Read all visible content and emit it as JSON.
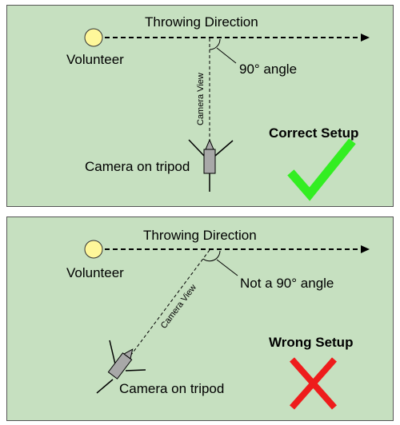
{
  "panels": [
    {
      "throwing_direction": "Throwing Direction",
      "volunteer": "Volunteer",
      "angle_label": "90° angle",
      "camera_view": "Camera View",
      "camera_label": "Camera on tripod",
      "setup_label": "Correct Setup",
      "verdict_icon": "check-mark-icon",
      "verdict_color": "#33ee22"
    },
    {
      "throwing_direction": "Throwing Direction",
      "volunteer": "Volunteer",
      "angle_label": "Not a 90° angle",
      "camera_view": "Camera View",
      "camera_label": "Camera on tripod",
      "setup_label": "Wrong Setup",
      "verdict_icon": "cross-mark-icon",
      "verdict_color": "#ee1c1c"
    }
  ],
  "colors": {
    "panel_background": "#c6e0c0",
    "volunteer_fill": "#fef79a",
    "camera_fill": "#a8a8a8"
  }
}
